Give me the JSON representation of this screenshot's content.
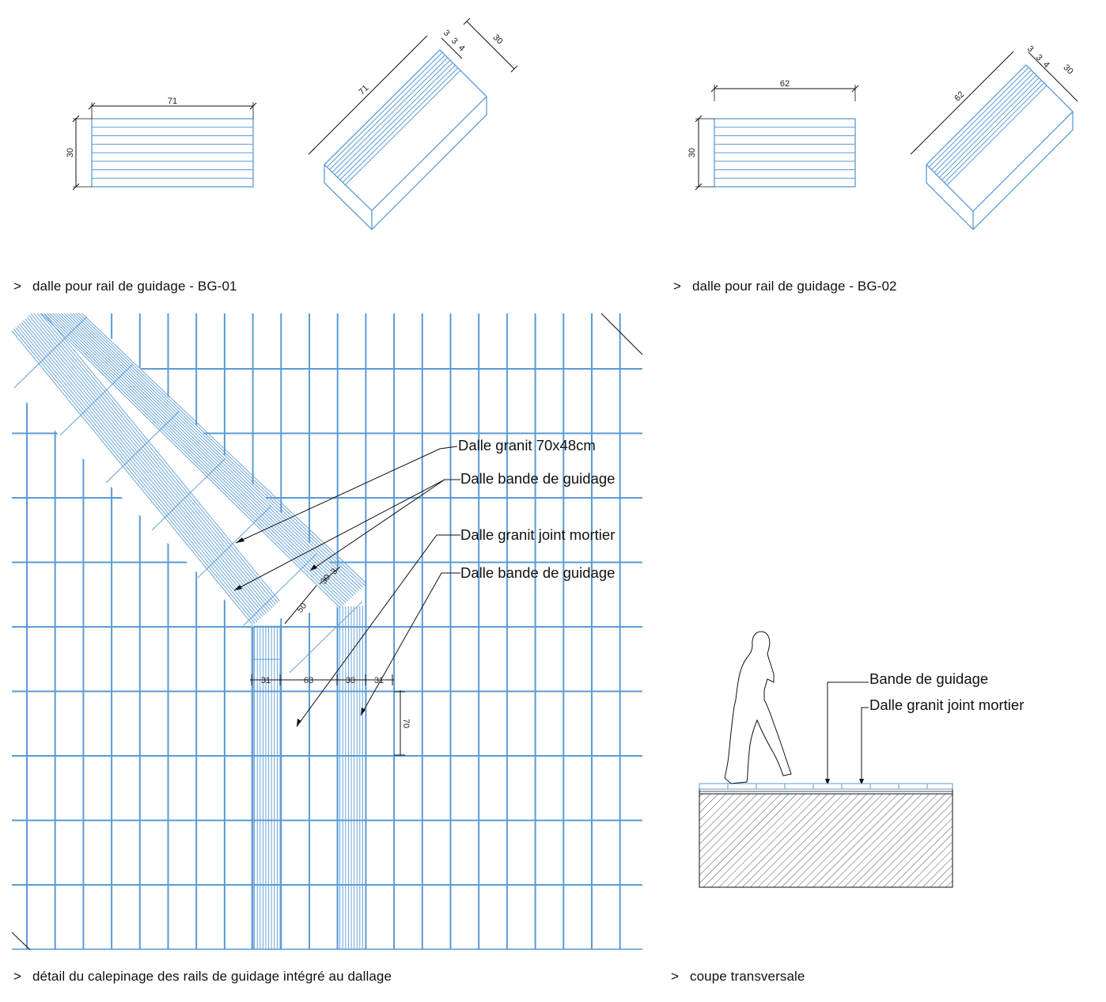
{
  "captions": {
    "bg01": "dalle pour rail de guidage - BG-01",
    "bg02": "dalle pour rail de guidage - BG-02",
    "detail": "détail du calepinage des rails de guidage intégré au dallage",
    "coupe": "coupe transversale",
    "marker": ">"
  },
  "bg01": {
    "plan_width": "71",
    "plan_height": "30",
    "iso_length": "71",
    "iso_width": "30",
    "iso_d1": "3",
    "iso_d2": "3",
    "iso_d3": "4"
  },
  "bg02": {
    "plan_width": "62",
    "plan_height": "30",
    "iso_length": "62",
    "iso_width": "30",
    "iso_d1": "3",
    "iso_d2": "3",
    "iso_d3": "4"
  },
  "detail": {
    "labels": {
      "granit": "Dalle granit 70x48cm",
      "bande1": "Dalle bande de guidage",
      "joint": "Dalle granit joint mortier",
      "bande2": "Dalle bande de guidage"
    },
    "dims": {
      "d31a": "31",
      "d63": "63",
      "d30": "30",
      "d31b": "31",
      "d70": "70",
      "d50": "50",
      "d30diag": "30",
      "d3diag": "3"
    }
  },
  "coupe": {
    "labels": {
      "bande": "Bande de guidage",
      "joint": "Dalle granit joint mortier"
    }
  },
  "colors": {
    "line": "#5b9bd5",
    "ink": "#111111",
    "paving": "#f5f5f5"
  }
}
